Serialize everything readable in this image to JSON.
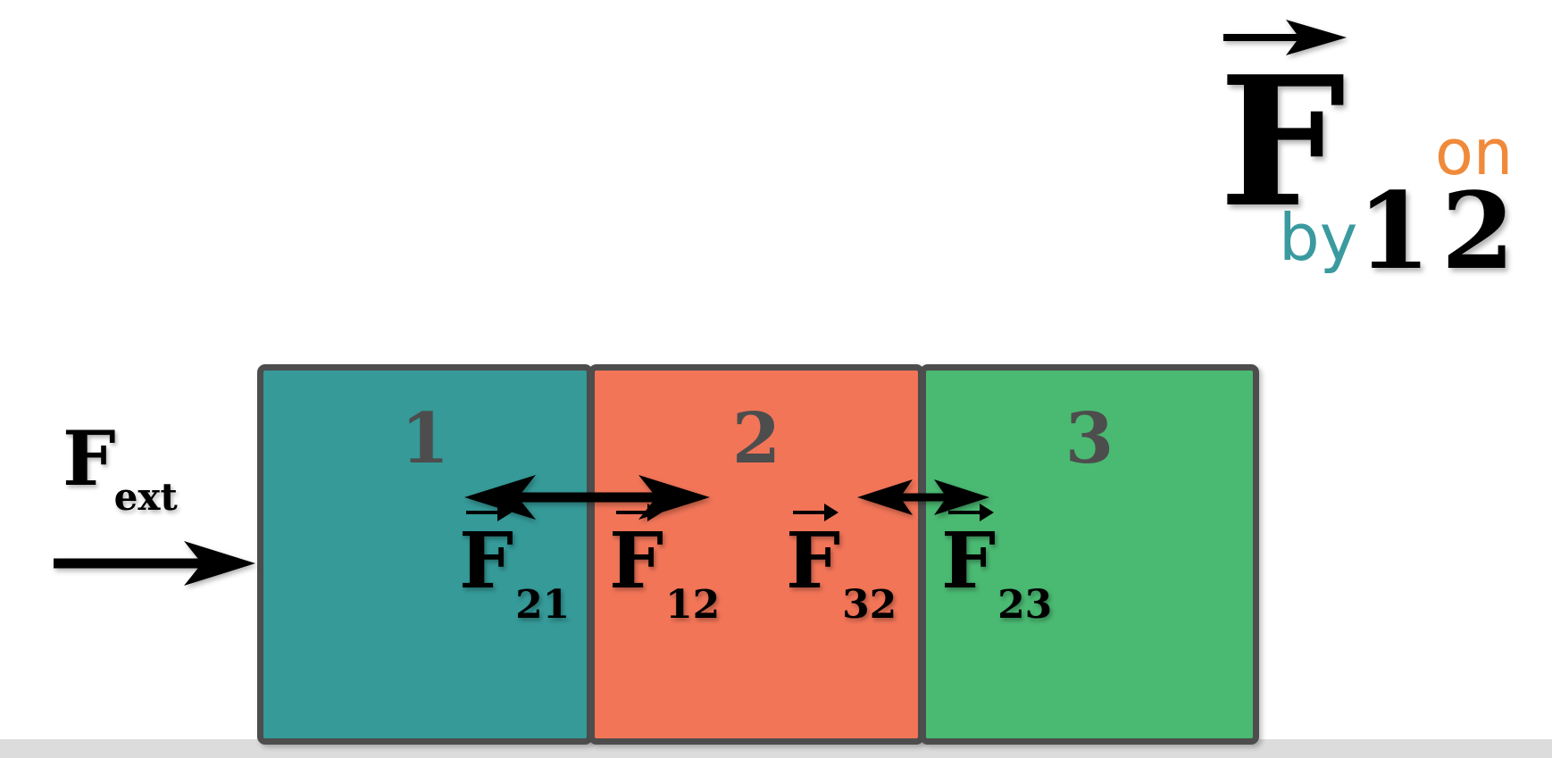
{
  "legend": {
    "symbol": "F",
    "by_label": "by",
    "on_label": "on",
    "by_index": "1",
    "on_index": "2",
    "colors": {
      "by": "#3a9aa0",
      "on": "#f08a3a"
    }
  },
  "external_force": {
    "symbol": "F",
    "subscript": "ext"
  },
  "blocks": [
    {
      "label": "1",
      "color": "#359a98"
    },
    {
      "label": "2",
      "color": "#f27558"
    },
    {
      "label": "3",
      "color": "#4ab972"
    }
  ],
  "forces": [
    {
      "symbol": "F",
      "subscript": "21"
    },
    {
      "symbol": "F",
      "subscript": "12"
    },
    {
      "symbol": "F",
      "subscript": "32"
    },
    {
      "symbol": "F",
      "subscript": "23"
    }
  ]
}
